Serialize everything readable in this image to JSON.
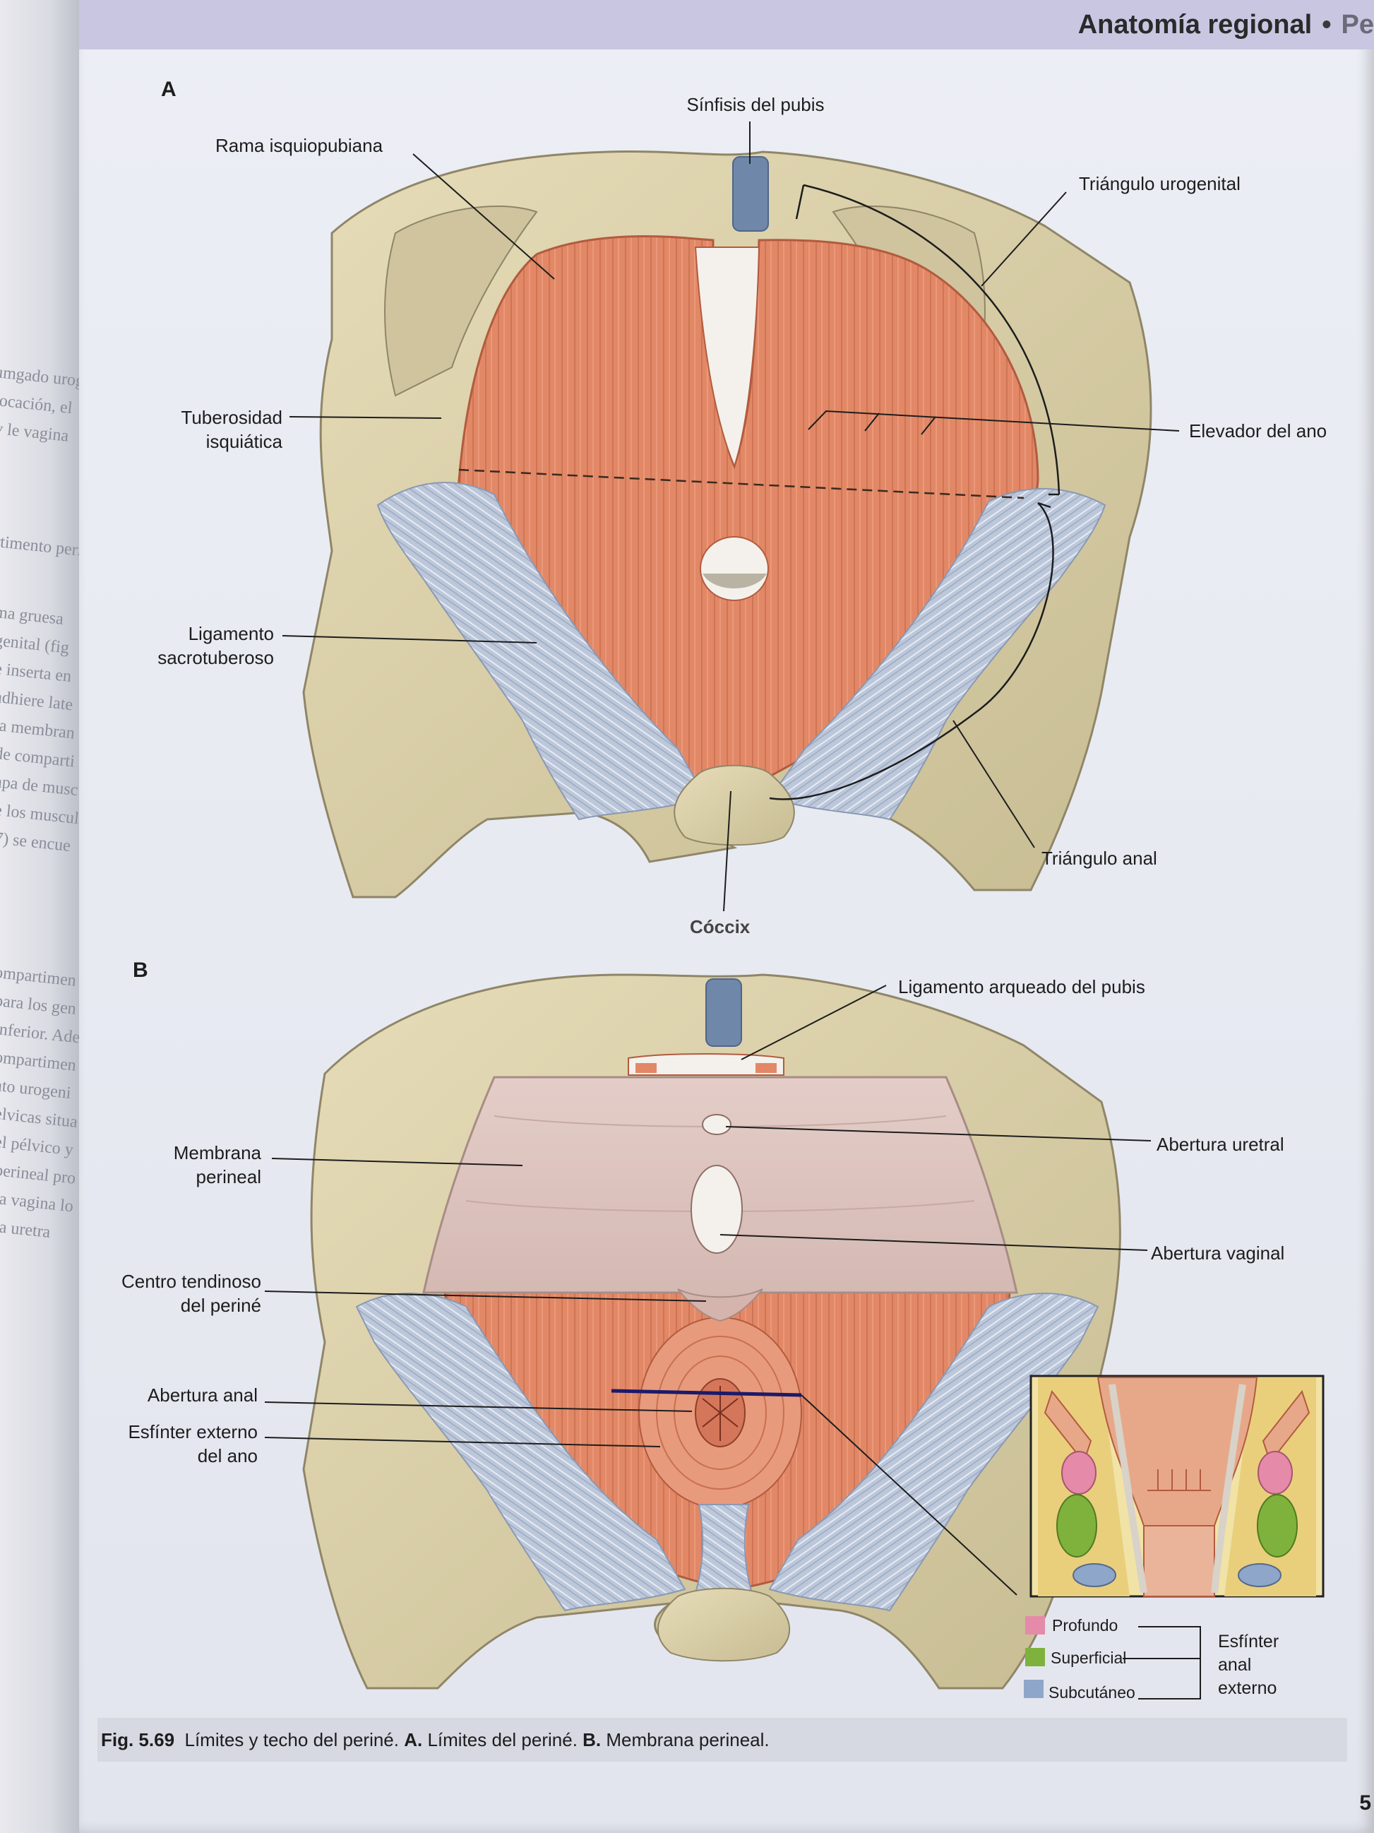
{
  "header": {
    "running_head": "Anatomía regional",
    "bullet": "•",
    "running_head_part": "Pe"
  },
  "figure_a": {
    "letter": "A",
    "labels": {
      "sinfisis": "Sínfisis del pubis",
      "rama": "Rama isquiopubiana",
      "triangulo_urogenital": "Triángulo urogenital",
      "tuberosidad": [
        "Tuberosidad",
        "isquiática"
      ],
      "elevador": "Elevador del ano",
      "ligamento_sacro": [
        "Ligamento",
        "sacrotuberoso"
      ],
      "triangulo_anal": "Triángulo anal",
      "coccix": "Cóccix"
    }
  },
  "figure_b": {
    "letter": "B",
    "labels": {
      "ligamento_arqueado": "Ligamento arqueado del pubis",
      "membrana": [
        "Membrana",
        "perineal"
      ],
      "abertura_uretral": "Abertura uretral",
      "abertura_vaginal": "Abertura vaginal",
      "centro_tendinoso": [
        "Centro tendinoso",
        "del periné"
      ],
      "abertura_anal": "Abertura anal",
      "esfinter": [
        "Esfínter externo",
        "del ano"
      ]
    },
    "legend": {
      "items": [
        {
          "label": "Profundo",
          "color": "#e58aa8"
        },
        {
          "label": "Superficial",
          "color": "#7fb23c"
        },
        {
          "label": "Subcutáneo",
          "color": "#8ea6c9"
        }
      ],
      "group_label": [
        "Esfínter",
        "anal",
        "externo"
      ]
    }
  },
  "caption": {
    "fig_number": "Fig. 5.69",
    "text_1": "Límites y techo del periné.",
    "letter_a": "A.",
    "text_2": "Límites del periné.",
    "letter_b": "B.",
    "text_3": "Membrana perineal."
  },
  "page_number": "5",
  "colors": {
    "bone": "#d9cfa9",
    "bone_shadow": "#a99f79",
    "muscle": "#e28867",
    "muscle_dark": "#c86a4d",
    "ligament": "#b9c4d8",
    "cartilage": "#6f88aa",
    "membrane": "#dcc2bd"
  }
}
